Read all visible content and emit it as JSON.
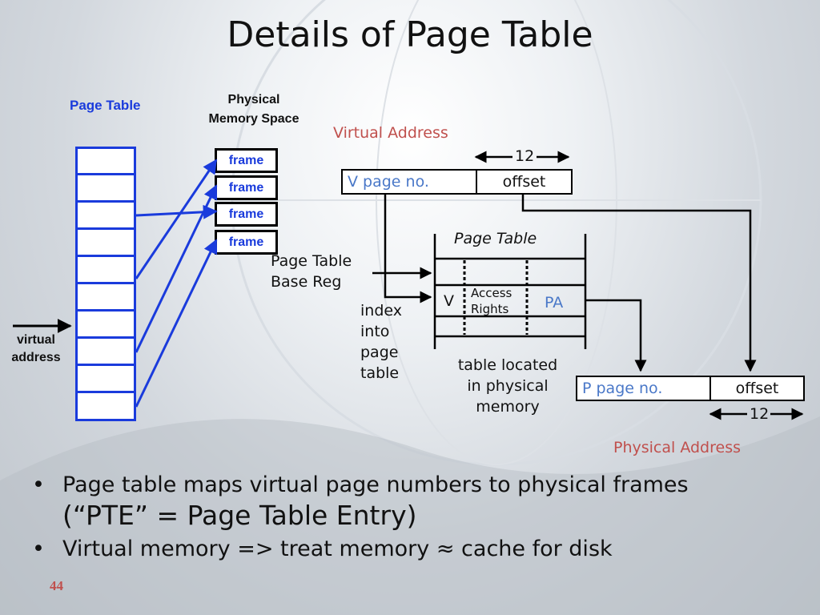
{
  "slide": {
    "title": "Details of Page Table",
    "page_number": "44"
  },
  "left_diagram": {
    "page_table_label": "Page Table",
    "physical_memory_label_line1": "Physical",
    "physical_memory_label_line2": "Memory Space",
    "frames": [
      "frame",
      "frame",
      "frame",
      "frame"
    ],
    "virtual_address_line1": "virtual",
    "virtual_address_line2": "address"
  },
  "right_diagram": {
    "virtual_address_label": "Virtual Address",
    "va_bits": "12",
    "va_page_field": "V page no.",
    "va_offset_field": "offset",
    "page_table_title": "Page Table",
    "base_reg_line1": "Page Table",
    "base_reg_line2": "Base Reg",
    "index_lines": [
      "index",
      "into",
      "page",
      "table"
    ],
    "entry_v": "V",
    "entry_access_line1": "Access",
    "entry_access_line2": "Rights",
    "entry_pa": "PA",
    "table_located_lines": [
      "table located",
      "in physical",
      "memory"
    ],
    "pa_page_field": "P page no.",
    "pa_offset_field": "offset",
    "pa_bits": "12",
    "physical_address_label": "Physical Address"
  },
  "bullets": [
    {
      "line1": "Page table maps virtual page numbers to physical frames",
      "line2": "(“PTE” = Page Table Entry)"
    },
    {
      "line1": "Virtual memory => treat memory ≈ cache for disk"
    }
  ],
  "colors": {
    "accent_blue": "#1a3bdc",
    "label_red": "#c0504d",
    "field_blue": "#4a78c8"
  }
}
